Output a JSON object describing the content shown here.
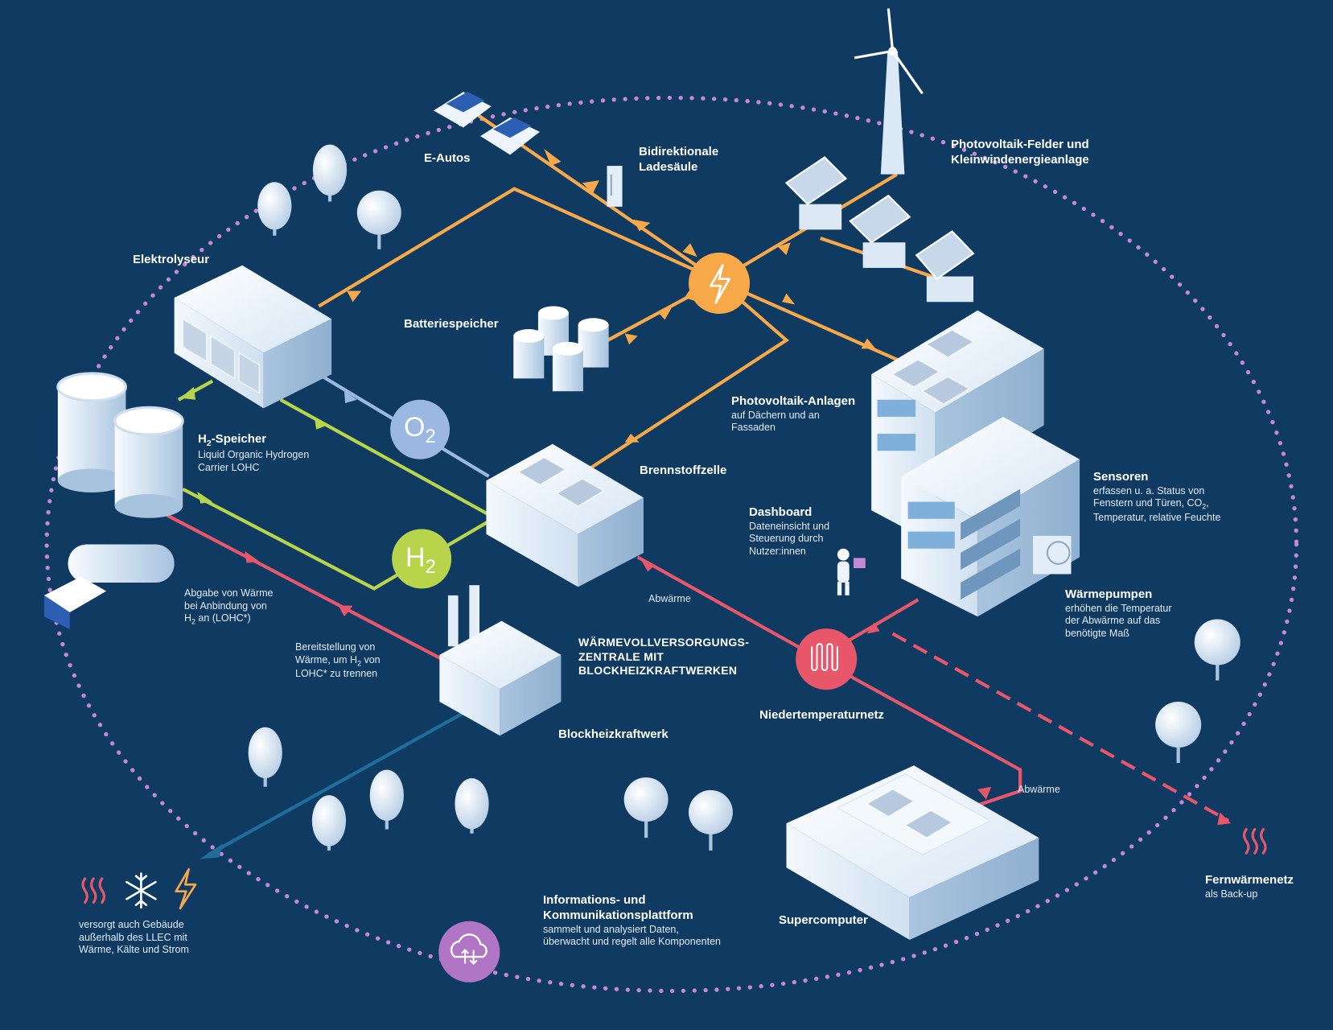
{
  "diagram": {
    "colors": {
      "background": "#0f3a62",
      "electricity": "#f7a94a",
      "hydrogen": "#b7d44a",
      "oxygen": "#9bb8e2",
      "heat": "#e8566a",
      "boundary_dots": "#c588d6",
      "data_line": "#1e6d9a",
      "building": "#e4eef8"
    },
    "nodes": {
      "e_autos": {
        "title": "E-Autos"
      },
      "ladesaeule": {
        "title_line1": "Bidirektionale",
        "title_line2": "Ladesäule"
      },
      "pv_felder": {
        "title_line1": "Photovoltaik-Felder und",
        "title_line2": "Kleinwindenergieanlage"
      },
      "elektrolyseur": {
        "title": "Elektrolyseur"
      },
      "batteriespeicher": {
        "title": "Batteriespeicher"
      },
      "h2_speicher": {
        "title_prefix": "H",
        "title_sub": "2",
        "title_suffix": "-Speicher",
        "desc_line1": "Liquid Organic Hydrogen",
        "desc_line2": "Carrier LOHC"
      },
      "pv_anlagen": {
        "title": "Photovoltaik-Anlagen",
        "desc_line1": "auf Dächern und an",
        "desc_line2": "Fassaden"
      },
      "brennstoffzelle": {
        "title": "Brennstoffzelle"
      },
      "sensoren": {
        "title": "Sensoren",
        "desc_line1": "erfassen u. a. Status von",
        "desc_line2_pre": "Fenstern und Türen, CO",
        "desc_line2_sub": "2",
        "desc_line2_post": ",",
        "desc_line3": "Temperatur, relative Feuchte"
      },
      "dashboard": {
        "title": "Dashboard",
        "desc_line1": "Dateneinsicht und",
        "desc_line2": "Steuerung durch",
        "desc_line3": "Nutzer:innen"
      },
      "waermepumpen": {
        "title": "Wärmepumpen",
        "desc_line1": "erhöhen die Temperatur",
        "desc_line2": "der Abwärme auf das",
        "desc_line3": "benötigte Maß"
      },
      "abgabe_waerme": {
        "desc_line1": "Abgabe von Wärme",
        "desc_line2": "bei Anbindung von",
        "desc_line3_pre": "H",
        "desc_line3_sub": "2",
        "desc_line3_post": " an (LOHC*)"
      },
      "bereitstellung": {
        "desc_line1": "Bereitstellung von",
        "desc_line2_pre": "Wärme, um H",
        "desc_line2_sub": "2",
        "desc_line2_post": " von",
        "desc_line3": "LOHC* zu trennen"
      },
      "abwaerme_1": {
        "desc": "Abwärme"
      },
      "abwaerme_2": {
        "desc": "Abwärme"
      },
      "zentrale": {
        "line1": "WÄRMEVOLLVERSORGUNGS-",
        "line2": "ZENTRALE MIT",
        "line3": "BLOCKHEIZKRAFTWERKEN"
      },
      "niedertemperaturnetz": {
        "title": "Niedertemperaturnetz"
      },
      "blockheizkraftwerk": {
        "title": "Blockheizkraftwerk"
      },
      "supercomputer": {
        "title": "Supercomputer"
      },
      "fernwaermenetz": {
        "title": "Fernwärmenetz",
        "desc": "als Back-up"
      },
      "ikp": {
        "title_line1": "Informations- und",
        "title_line2": "Kommunikationsplattform",
        "desc_line1": "sammelt und analysiert Daten,",
        "desc_line2": "überwacht und regelt alle Komponenten"
      },
      "legend": {
        "desc_line1": "versorgt auch Gebäude",
        "desc_line2": "außerhalb des LLEC mit",
        "desc_line3": "Wärme, Kälte und Strom",
        "icons": [
          "heat-icon",
          "snowflake-icon",
          "lightning-icon"
        ]
      }
    },
    "badges": {
      "o2": {
        "main": "O",
        "sub": "2"
      },
      "h2": {
        "main": "H",
        "sub": "2"
      },
      "power_hub": {
        "icon": "lightning-icon"
      },
      "heat_hub": {
        "icon": "heater-icon"
      },
      "cloud": {
        "icon": "cloud-sync-icon"
      }
    }
  }
}
